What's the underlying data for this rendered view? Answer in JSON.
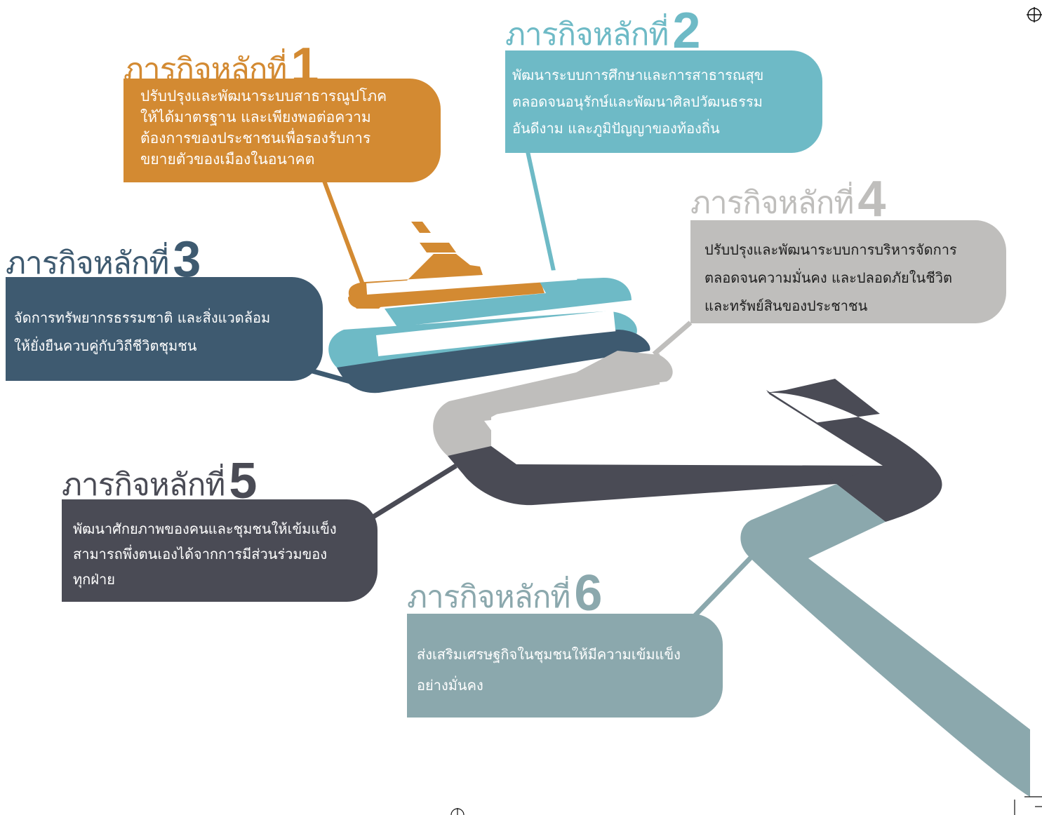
{
  "missions": [
    {
      "heading": "ภารกิจหลักที่",
      "number": "1",
      "color": "#D38A32",
      "lines": [
        "ปรับปรุงและพัฒนาระบบสาธารณูปโภค",
        "ให้ได้มาตรฐาน และเพียงพอต่อความ",
        "ต้องการของประชาชนเพื่อรองรับการ",
        "ขยายตัวของเมืองในอนาคต"
      ]
    },
    {
      "heading": "ภารกิจหลักที่",
      "number": "2",
      "color": "#6EBAC6",
      "lines": [
        "พัฒนาระบบการศึกษาและการสาธารณสุข",
        "ตลอดจนอนุรักษ์และพัฒนาศิลปวัฒนธรรม",
        "อันดีงาม และภูมิปัญญาของท้องถิ่น"
      ]
    },
    {
      "heading": "ภารกิจหลักที่",
      "number": "3",
      "color": "#3E5A70",
      "lines": [
        "จัดการทรัพยากรธรรมชาติ และสิ่งแวดล้อม",
        "ให้ยั่งยืนควบคู่กับวิถีชีวิตชุมชน"
      ]
    },
    {
      "heading": "ภารกิจหลักที่",
      "number": "4",
      "color": "#BFBEBC",
      "lines": [
        "ปรับปรุงและพัฒนาระบบการบริหารจัดการ",
        "ตลอดจนความมั่นคง และปลอดภัยในชีวิต",
        "และทรัพย์สินของประชาชน"
      ]
    },
    {
      "heading": "ภารกิจหลักที่",
      "number": "5",
      "color": "#4A4B55",
      "lines": [
        "พัฒนาศักยภาพของคนและชุมชนให้เข้มแข็ง",
        "สามารถพึ่งตนเองได้จากการมีส่วนร่วมของ",
        "ทุกฝ่าย"
      ]
    },
    {
      "heading": "ภารกิจหลักที่",
      "number": "6",
      "color": "#8BA8AD",
      "lines": [
        "ส่งเสริมเศรษฐกิจในชุมชนให้มีความเข้มแข็ง",
        "อย่างมั่นคง"
      ]
    }
  ]
}
